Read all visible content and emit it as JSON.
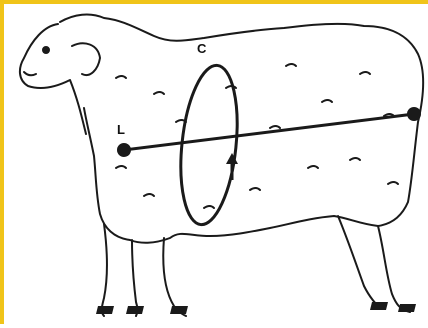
{
  "diagram": {
    "subject": "sheep-outline",
    "labels": {
      "c": "C",
      "l": "L"
    },
    "colors": {
      "outline": "#1a1a1a",
      "frame": "#f0c419",
      "background": "#ffffff"
    }
  }
}
